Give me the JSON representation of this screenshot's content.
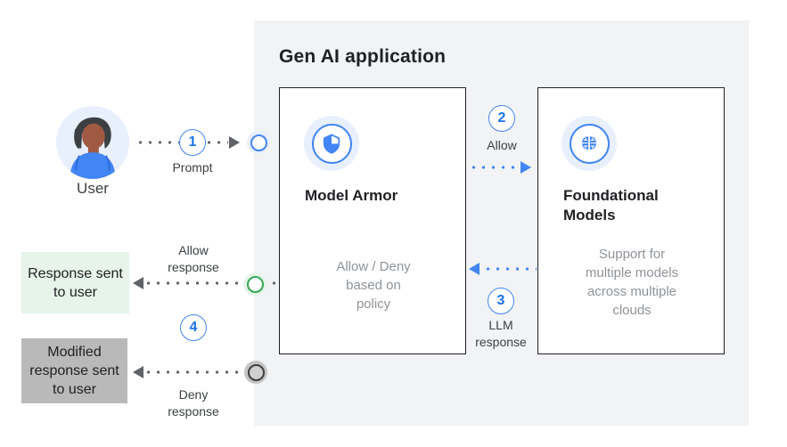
{
  "panel": {
    "title": "Gen AI application"
  },
  "user": {
    "label": "User"
  },
  "flows": {
    "step1": {
      "number": "1",
      "label": "Prompt"
    },
    "step2": {
      "number": "2",
      "label": "Allow"
    },
    "step3": {
      "number": "3",
      "label": "LLM response"
    },
    "step4": {
      "number": "4"
    },
    "allow_response_label": "Allow response",
    "deny_response_label": "Deny response"
  },
  "boxes": {
    "model_armor": {
      "title": "Model Armor",
      "description": "Allow / Deny based on policy",
      "icon": "shield-icon"
    },
    "foundational_models": {
      "title": "Foundational Models",
      "description": "Support for multiple models across multiple clouds",
      "icon": "brain-icon"
    }
  },
  "outcomes": {
    "allowed": {
      "text": "Response sent to user"
    },
    "denied": {
      "text": "Modified response sent to user"
    }
  },
  "colors": {
    "panel_bg": "#f1f3f4",
    "accent_blue": "#4285f4",
    "number_blue": "#1a73e8",
    "dot_gray": "#5f6368",
    "muted_text": "#8e9398",
    "dark_text": "#202124",
    "green": "#34a853",
    "green_bg": "#e6f4ea",
    "gray_box_bg": "#b9b9b9",
    "icon_halo": "#e8f0fe"
  }
}
